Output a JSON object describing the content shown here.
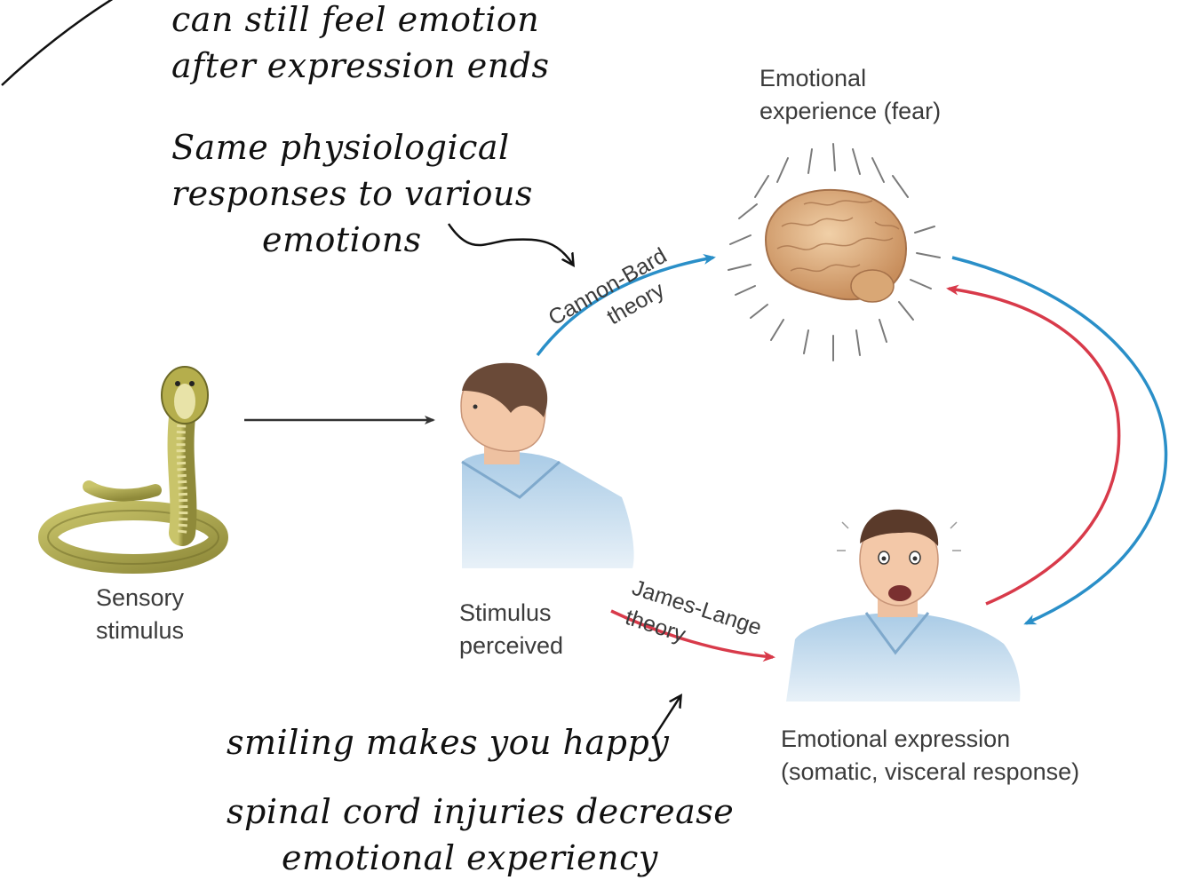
{
  "labels": {
    "sensory": [
      "Sensory",
      "stimulus"
    ],
    "perceived": [
      "Stimulus",
      "perceived"
    ],
    "experience": [
      "Emotional",
      "experience (fear)"
    ],
    "expression": [
      "Emotional expression",
      "(somatic, visceral response)"
    ]
  },
  "theories": {
    "cannon_bard": [
      "Cannon-Bard",
      "theory"
    ],
    "james_lange": [
      "James-Lange",
      "theory"
    ]
  },
  "notes": {
    "top": [
      "can still feel emotion",
      "after expression ends"
    ],
    "middle": [
      "Same physiological",
      "responses to various",
      "emotions"
    ],
    "bottom1": "smiling makes you happy",
    "bottom2": [
      "spinal cord injuries decrease",
      "emotional experiency"
    ]
  },
  "colors": {
    "cannon_bard_arrow": "#2a8fc8",
    "james_lange_arrow": "#d83a4a",
    "neutral_arrow": "#333333"
  }
}
